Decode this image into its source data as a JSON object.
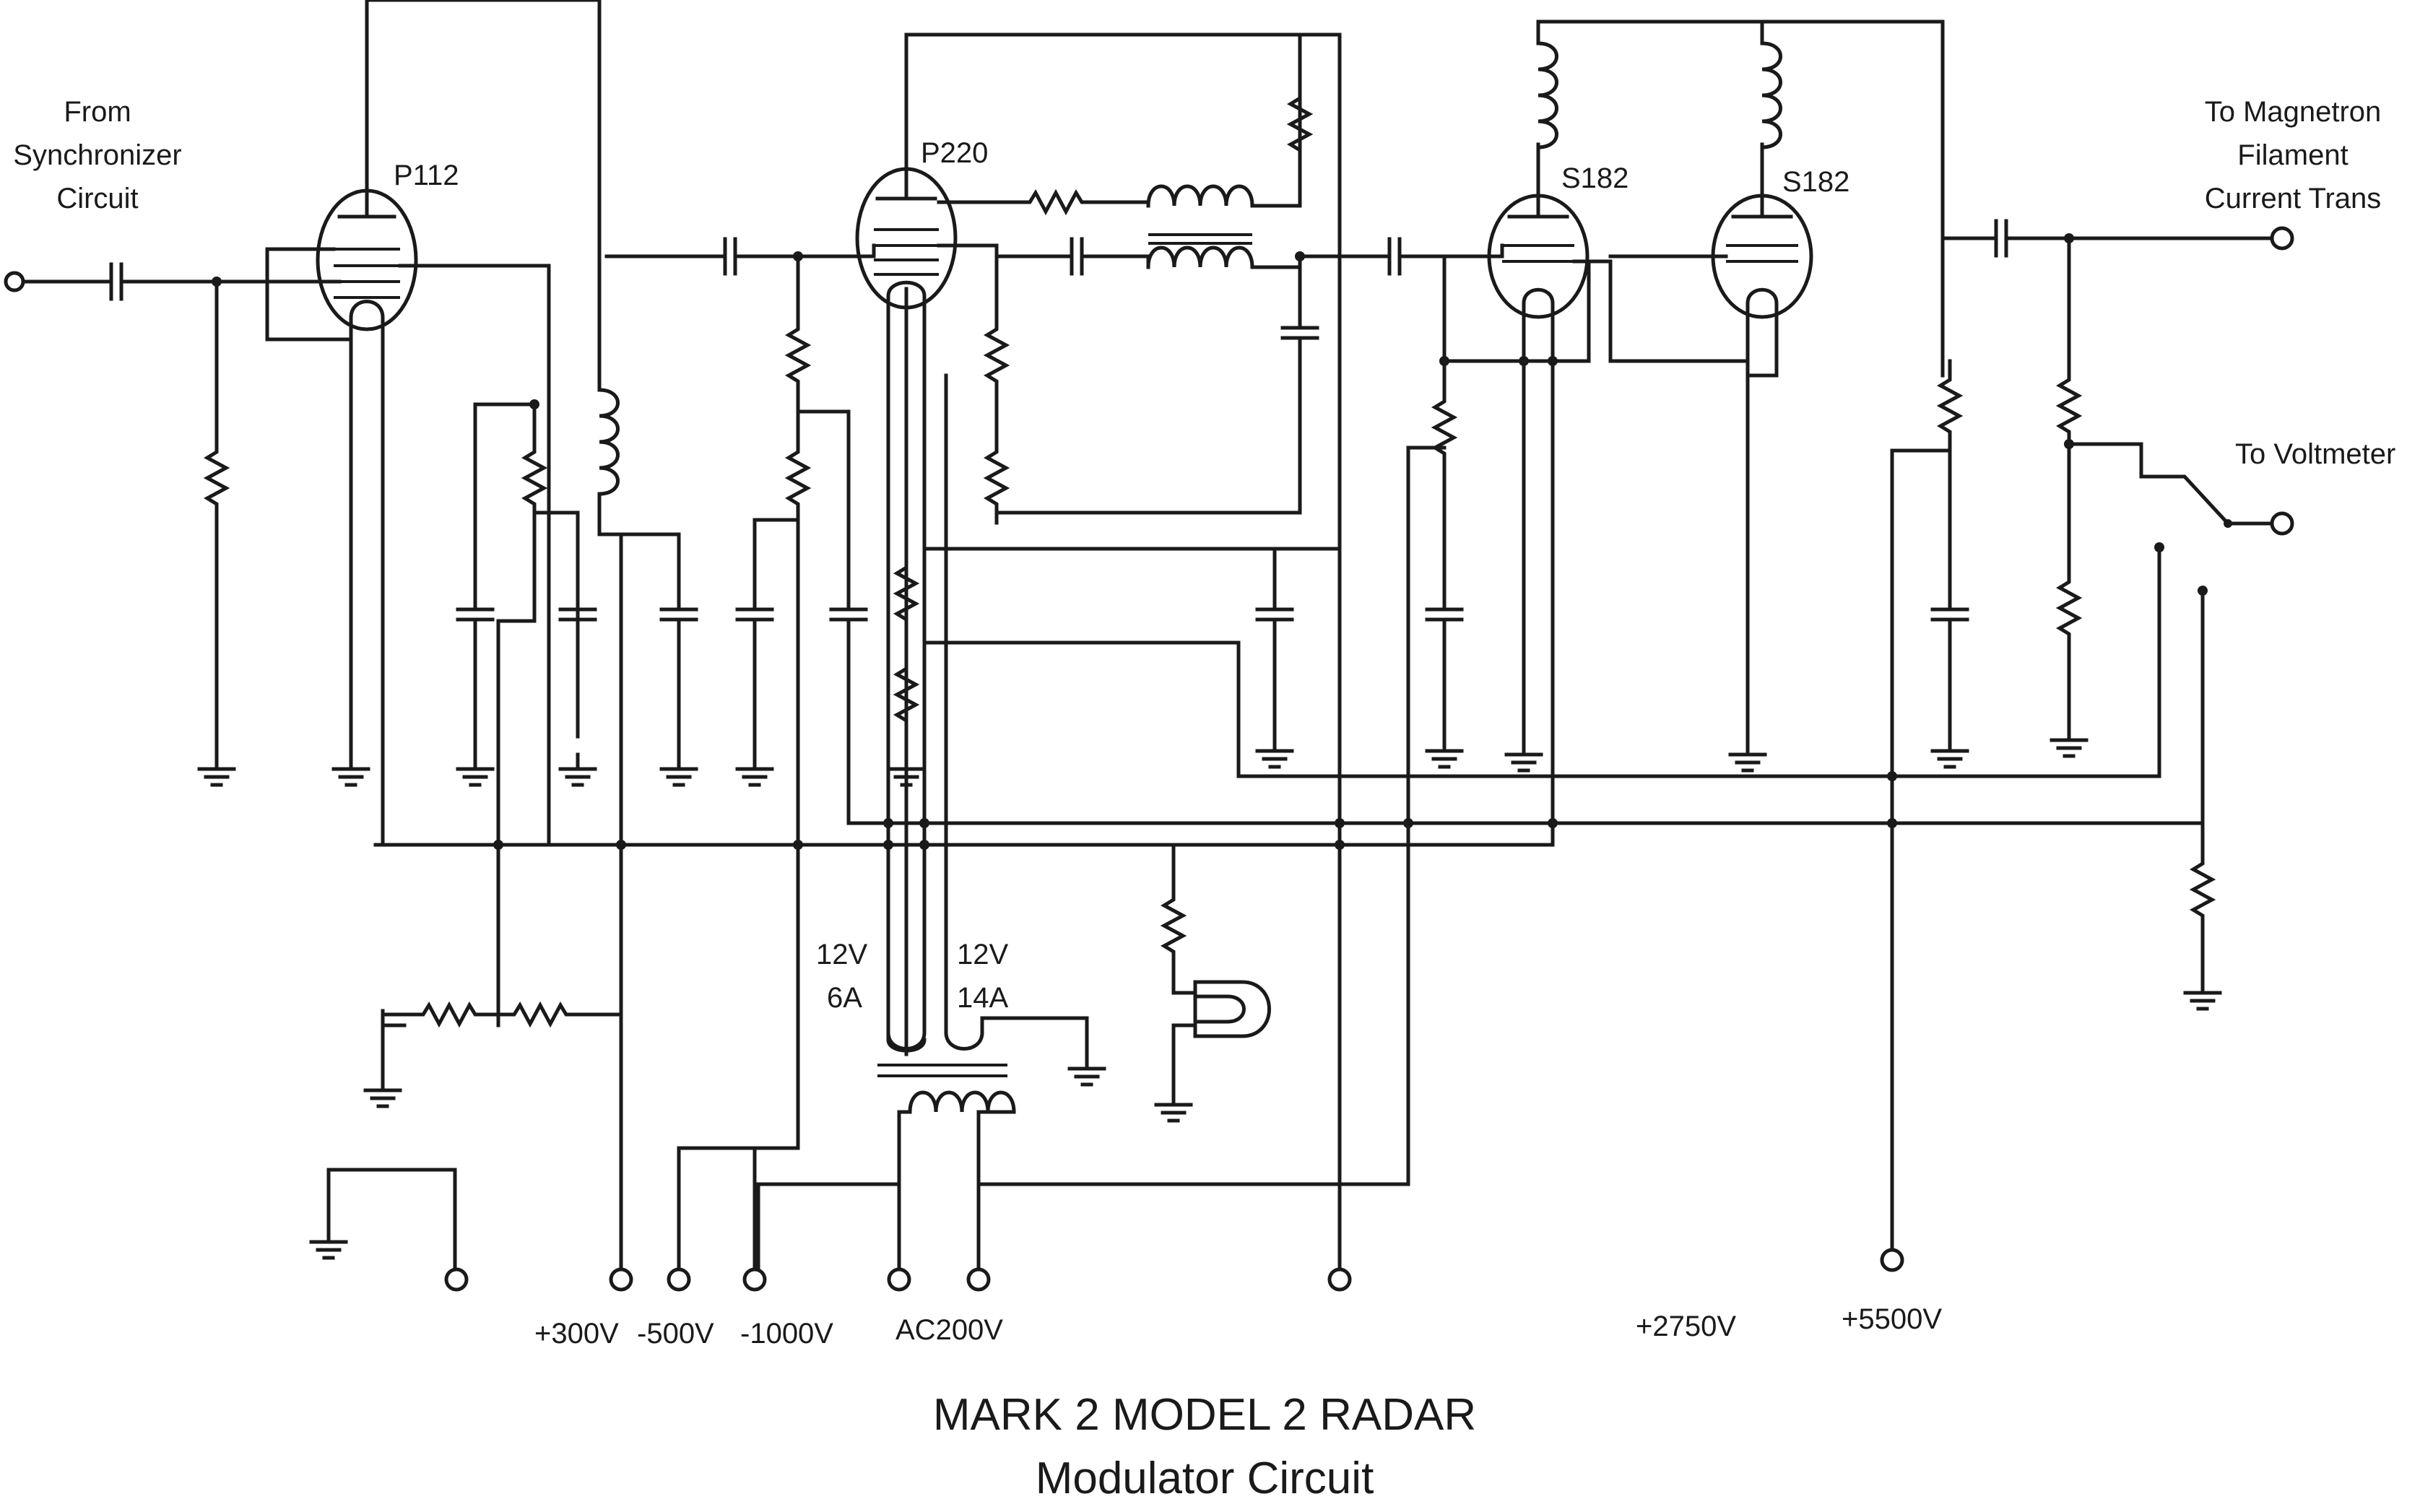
{
  "input_label": [
    "From",
    "Synchronizer",
    "Circuit"
  ],
  "tubes": {
    "p112": "P112",
    "p220": "P220",
    "s182_a": "S182",
    "s182_b": "S182"
  },
  "outputs": {
    "magnetron": [
      "To Magnetron",
      "Filament",
      "Current Trans"
    ],
    "voltmeter": "To Voltmeter"
  },
  "transformer": {
    "left_winding": [
      "12V",
      "6A"
    ],
    "right_winding": [
      "12V",
      "14A"
    ]
  },
  "supplies": {
    "v300": "+300V",
    "v500": "-500V",
    "v1000": "-1000V",
    "ac200": "AC200V",
    "v2750": "+2750V",
    "v5500": "+5500V"
  },
  "title": {
    "line1": "MARK 2 MODEL 2 RADAR",
    "line2": "Modulator Circuit"
  }
}
